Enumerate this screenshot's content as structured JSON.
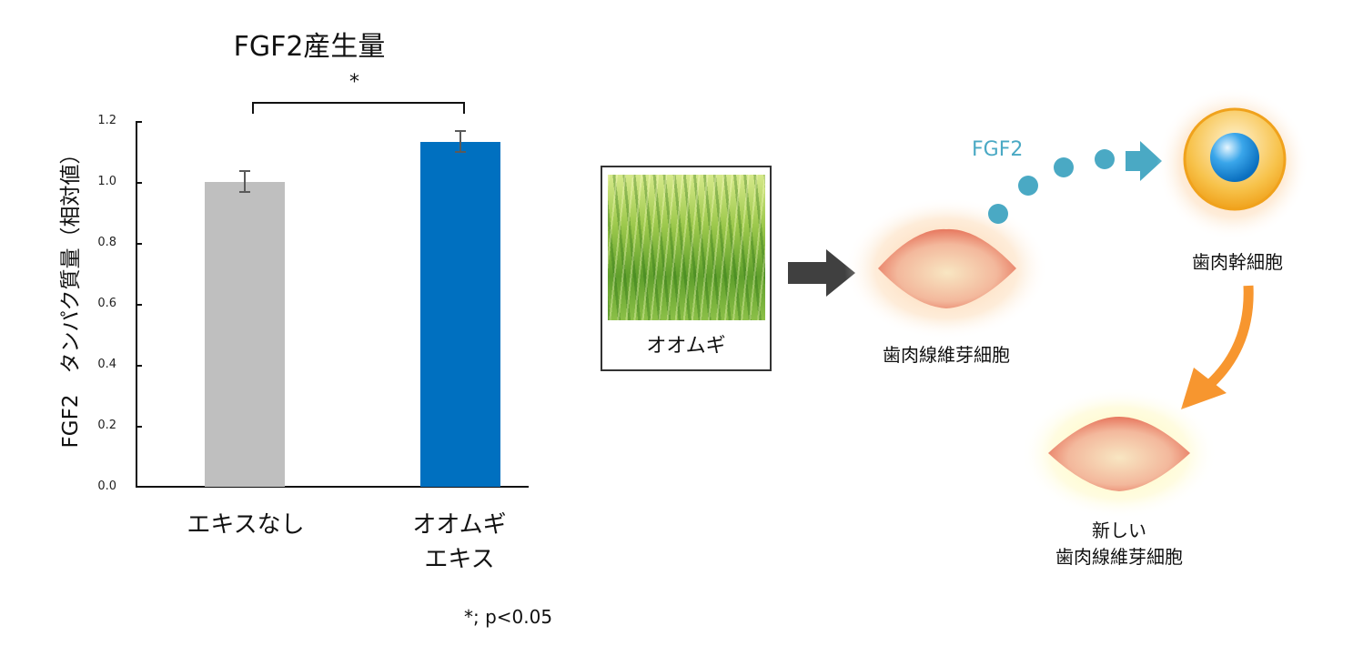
{
  "chart_data": {
    "type": "bar",
    "title": "FGF2産生量",
    "xlabel": "",
    "ylabel": "FGF2 タンパク質量（相対値）",
    "categories": [
      "エキスなし",
      "オオムギ\nエキス"
    ],
    "values": [
      1.0,
      1.13
    ],
    "error": [
      0.035,
      0.035
    ],
    "colors": [
      "#bfbfbf",
      "#0070c0"
    ],
    "ylim": [
      0.0,
      1.2
    ],
    "yticks": [
      "0.0",
      "0.2",
      "0.4",
      "0.6",
      "0.8",
      "1.0",
      "1.2"
    ],
    "grid": false,
    "legend": null,
    "annotations": [
      {
        "type": "significance-bracket",
        "between": [
          0,
          1
        ],
        "label": "*"
      },
      {
        "type": "note",
        "text": "*; p<0.05"
      }
    ]
  },
  "chart": {
    "title": "FGF2産生量",
    "ylabel": "FGF2　タンパク質量（相対値）",
    "yticks": [
      "0.0",
      "0.2",
      "0.4",
      "0.6",
      "0.8",
      "1.0",
      "1.2"
    ],
    "categories": [
      {
        "line1": "エキスなし",
        "line2": ""
      },
      {
        "line1": "オオムギ",
        "line2": "エキス"
      }
    ],
    "significance": "*",
    "note": "*; p<0.05"
  },
  "diagram": {
    "photo_caption": "オオムギ",
    "fibroblast_label": "歯肉線維芽細胞",
    "fgf2_label": "FGF2",
    "stem_cell_label": "歯肉幹細胞",
    "new_cell_label_line1": "新しい",
    "new_cell_label_line2": "歯肉線維芽細胞",
    "colors": {
      "fgf2": "#4aa9c4",
      "arrow_dark": "#404040",
      "arrow_orange": "#f7962f",
      "cell_glow": "#fcd5a8",
      "new_cell_glow": "#fff7a0",
      "stem_cell_ring": "#f0a21c",
      "nucleus": "#1a8fd8"
    }
  }
}
